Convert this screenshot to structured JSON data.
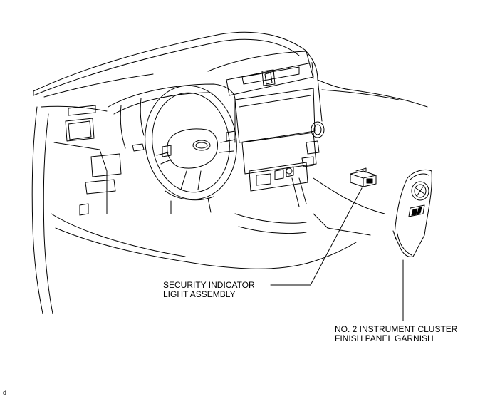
{
  "labels": {
    "security_indicator": {
      "line1": "SECURITY INDICATOR",
      "line2": "LIGHT ASSEMBLY"
    },
    "finish_panel_garnish": {
      "line1": "NO. 2 INSTRUMENT CLUSTER",
      "line2": "FINISH PANEL GARNISH"
    }
  },
  "corner_mark": "d"
}
